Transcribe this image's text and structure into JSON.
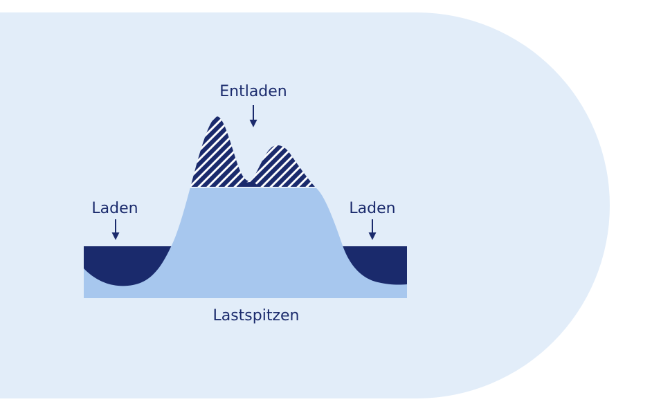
{
  "figure": {
    "title": "Lastspitzen",
    "labels": {
      "discharge": "Entladen",
      "charge_left": "Laden",
      "charge_right": "Laden"
    },
    "description": "Peak-shaving diagram: load curve with two shaved peaks (Entladen, hatched) and two charging troughs (Laden, solid navy) above the baseline, over the load area (Lastspitzen)."
  },
  "colors": {
    "bg": "#ffffff",
    "card": "#e2edf9",
    "navy": "#1a2a6c",
    "curve_fill": "#a7c7ee",
    "hatch_gap": "#ffffff"
  }
}
